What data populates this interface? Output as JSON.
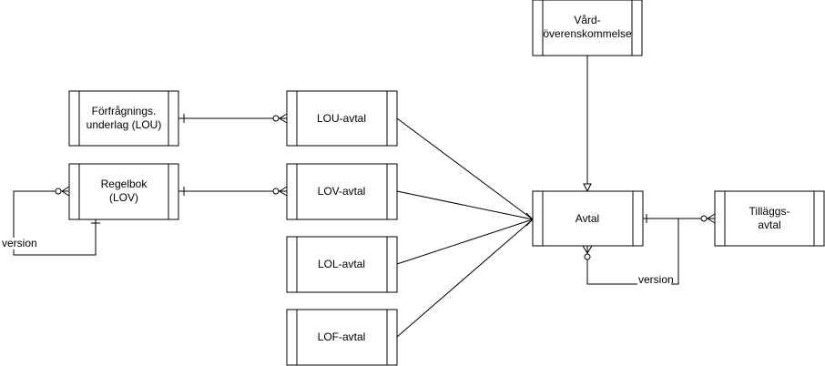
{
  "entities": {
    "vard": {
      "lines": [
        "Vård-",
        "överenskommelse"
      ]
    },
    "forfragnings": {
      "lines": [
        "Förfrågnings.",
        "underlag (LOU)"
      ]
    },
    "lou": {
      "lines": [
        "LOU-avtal"
      ]
    },
    "regelbok": {
      "lines": [
        "Regelbok",
        "(LOV)"
      ]
    },
    "lov": {
      "lines": [
        "LOV-avtal"
      ]
    },
    "lol": {
      "lines": [
        "LOL-avtal"
      ]
    },
    "lof": {
      "lines": [
        "LOF-avtal"
      ]
    },
    "avtal": {
      "lines": [
        "Avtal"
      ]
    },
    "tillaggs": {
      "lines": [
        "Tilläggs-",
        "avtal"
      ]
    }
  },
  "edge_labels": {
    "regelbok_version": "version",
    "avtal_version": "version"
  }
}
